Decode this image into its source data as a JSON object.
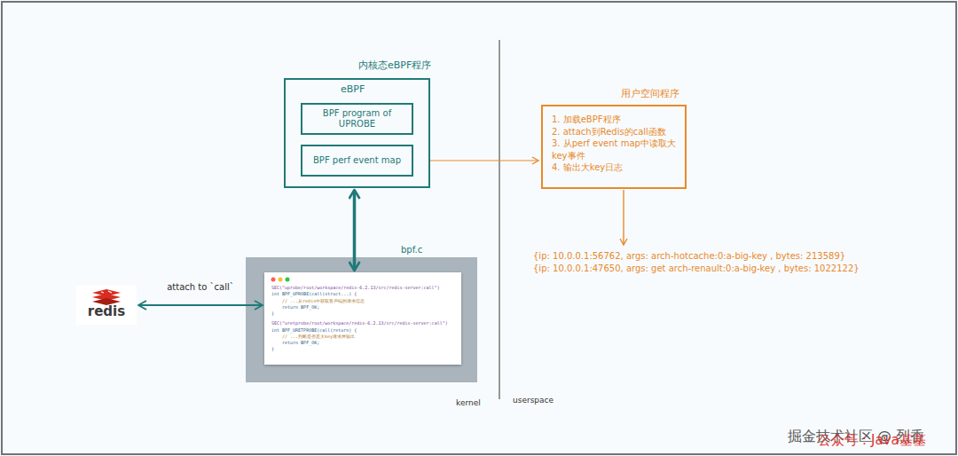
{
  "diagram": {
    "nodes": [
      {
        "text": [
          "内核态eBPF程序",
          "eBPF"
        ]
      },
      {
        "text": [
          "BPF program of UPROBE"
        ],
        "in": 0
      },
      {
        "text": [
          "BPF perf event map"
        ],
        "in": 0
      },
      {
        "text": [
          "用户空间程序",
          "1. 加载eBPF程序",
          "2. attach到Redis的call函数",
          "3. 从perf event map中读取大key事件",
          "4. 输出大key日志"
        ]
      },
      {
        "text": [
          "redis"
        ]
      },
      {
        "text": [
          "bpf.c",
          "SEC(\"uprobe/root/workspace/redis-6.2.13/src/redis-server:call\")",
          "int BPF_UPROBE(call(struct...) {",
          "    // ...从redis中获取客户端的请求信息",
          "    return BPF_OK;",
          "}",
          "SEC(\"uretprobe/root/workspace/redis-6.2.13/src/redis-server:call\")",
          "int BPF_URETPROBE(call(return) {",
          "    // ...判断是否是大key请求并输出",
          "    return BPF_OK;",
          "}"
        ]
      }
    ],
    "edges": [
      {
        "from": 2,
        "to": 3,
        "arrow": "to"
      },
      {
        "from": 0,
        "to": 5,
        "arrow": "both"
      },
      {
        "from": 4,
        "to": 5,
        "arrow": "both",
        "label": "attach to `call`"
      }
    ],
    "labels": [
      "{ip: 10.0.0.1:56762, args: arch-hotcache:0:a-big-key , bytes: 213589}",
      "{ip: 10.0.0.1:47650, args: get arch-renault:0:a-big-key , bytes: 1022122}",
      "kernel",
      "userspace",
      "掘金技术社区 @ 烈香",
      "公众号：Java基基"
    ]
  }
}
